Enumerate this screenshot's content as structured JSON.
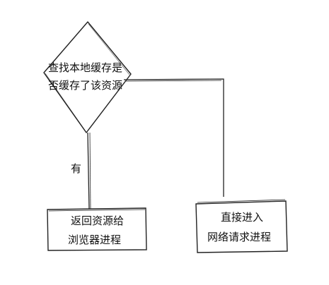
{
  "diagram": {
    "decision": {
      "line1": "查找本地缓存是",
      "line2": "否缓存了该资源"
    },
    "edge_yes_label": "有",
    "box_left": {
      "line1": "返回资源给",
      "line2": "浏览器进程"
    },
    "box_right": {
      "line1": "直接进入",
      "line2": "网络请求进程"
    }
  }
}
